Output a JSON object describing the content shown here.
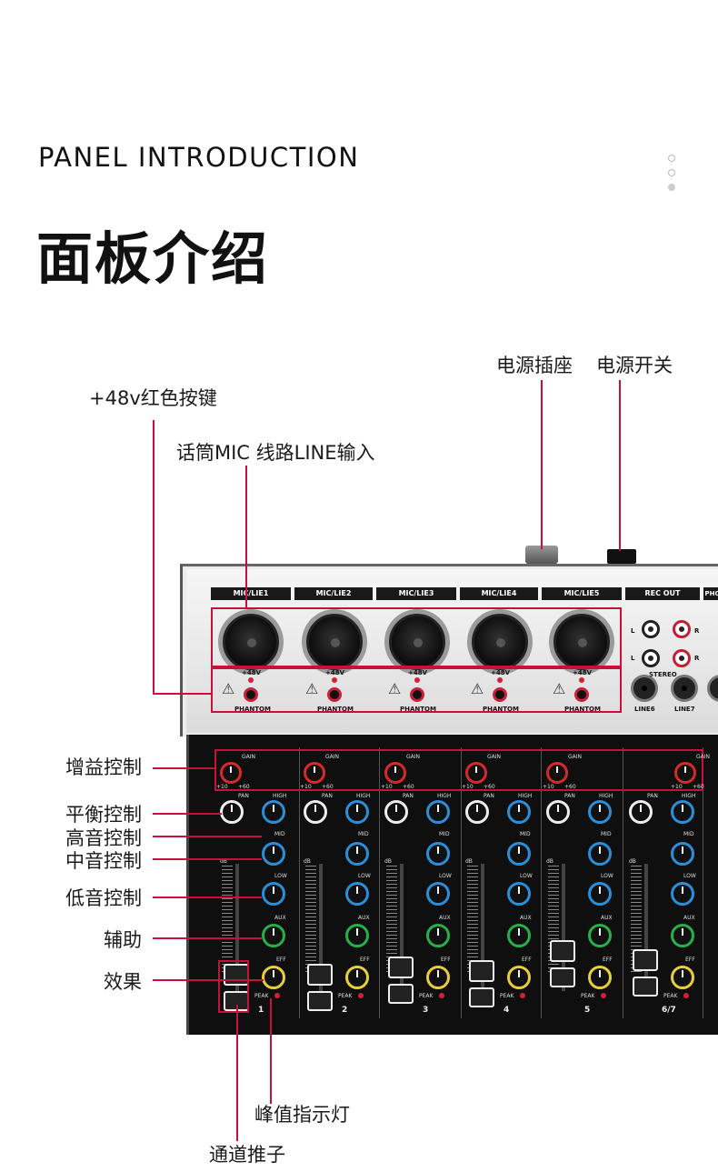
{
  "header": {
    "title_en": "PANEL INTRODUCTION",
    "title_cn": "面板介绍"
  },
  "pager": {
    "count": 3,
    "active": 3
  },
  "callouts": {
    "power_socket": "电源插座",
    "power_switch": "电源开关",
    "phantom_button": "+48v红色按键",
    "mic_line_input": "话筒MIC 线路LINE输入",
    "gain": "增益控制",
    "pan": "平衡控制",
    "high": "高音控制",
    "mid": "中音控制",
    "low": "低音控制",
    "aux": "辅助",
    "eff": "效果",
    "peak_led": "峰值指示灯",
    "channel_fader": "通道推子"
  },
  "mixer": {
    "input_channels": [
      "MIC/LIE1",
      "MIC/LIE2",
      "MIC/LIE3",
      "MIC/LIE4",
      "MIC/LIE5"
    ],
    "phantom_label": "+48V",
    "phantom_text": "PHANTOM",
    "rec_out": "REC OUT",
    "stereo": "STEREO",
    "line6": "LINE6",
    "line7": "LINE7",
    "phones_partial": "PHO",
    "lr": [
      "L",
      "R"
    ],
    "strip_labels": {
      "gain": "GAIN",
      "gain_min": "+10",
      "gain_max": "+60",
      "pan": "PAN",
      "high": "HIGH",
      "mid": "MID",
      "low": "LOW",
      "aux": "AUX",
      "eff": "EFF",
      "peak": "PEAK",
      "db": "dB"
    },
    "channel_numbers": [
      "1",
      "2",
      "3",
      "4",
      "5",
      "6/7"
    ]
  },
  "colors": {
    "accent_line": "#c8103c",
    "knob_blue": "#2a8fd8",
    "knob_green": "#25b04a",
    "knob_yellow": "#e8cf3a",
    "knob_red": "#d62a2a"
  }
}
